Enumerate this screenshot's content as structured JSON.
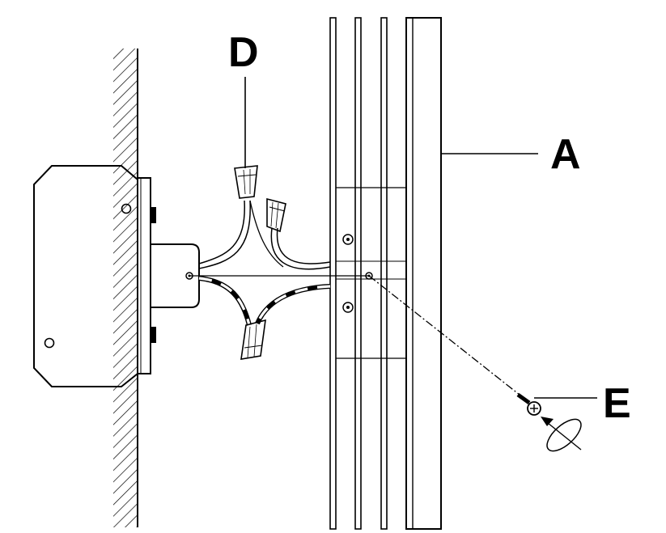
{
  "diagram": {
    "labels": {
      "A": "A",
      "D": "D",
      "E": "E"
    },
    "colors": {
      "line": "#000000",
      "background": "#ffffff"
    }
  }
}
